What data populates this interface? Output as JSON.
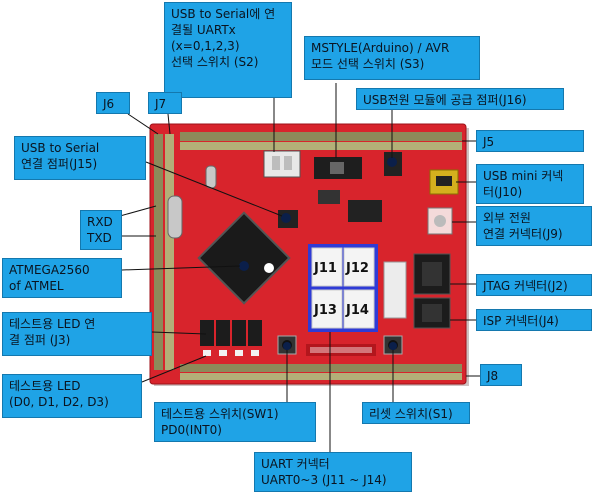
{
  "colors": {
    "callout_bg": "#1fa3e6",
    "board": "#d8242c",
    "board_dark": "#b3161d",
    "pin_header": "#a0a07a",
    "chip": "#1a1a1a",
    "white_module": "#f4f4f4"
  },
  "callouts": {
    "s2": [
      "USB to Serial에 연",
      "결될 UARTx",
      "(x=0,1,2,3)",
      "선택 스위치 (S2)"
    ],
    "s3": [
      "MSTYLE(Arduino) / AVR",
      "모드 선택 스위치 (S3)"
    ],
    "j6": [
      "J6"
    ],
    "j7": [
      "J7"
    ],
    "j16": [
      "USB전원 모듈에 공급 점퍼(J16)"
    ],
    "j5": [
      "J5"
    ],
    "j15": [
      "USB to Serial",
      "연결 점퍼(J15)"
    ],
    "j10": [
      "USB mini 커넥",
      "터(J10)"
    ],
    "rxd_txd": [
      "RXD",
      "TXD"
    ],
    "j9": [
      "외부 전원",
      "연결 커넥터(J9)"
    ],
    "atmega": [
      "ATMEGA2560",
      "of ATMEL"
    ],
    "j2": [
      "JTAG 커넥터(J2)"
    ],
    "j4": [
      "ISP 커넥터(J4)"
    ],
    "j3": [
      "테스트용 LED 연",
      "결 점퍼 (J3)"
    ],
    "leds": [
      "테스트용 LED",
      "(D0, D1, D2, D3)"
    ],
    "j8": [
      "J8"
    ],
    "sw1": [
      "테스트용 스위치(SW1)",
      "PD0(INT0)"
    ],
    "s1": [
      "리셋 스위치(S1)"
    ],
    "uart": [
      "UART 커넥터",
      "UART0~3 (J11 ~ J14)"
    ]
  },
  "board_labels": {
    "j11": "J11",
    "j12": "J12",
    "j13": "J13",
    "j14": "J14"
  }
}
